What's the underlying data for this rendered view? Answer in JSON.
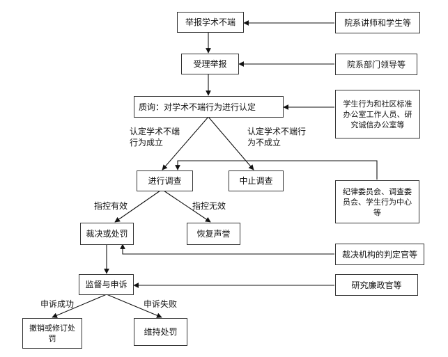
{
  "flow": {
    "report": "举报学术不端",
    "accept": "受理举报",
    "question": "质询：对学术不端行为进行认定",
    "investigate": "进行调查",
    "terminate": "中止调查",
    "ruling": "裁决或处罚",
    "restore": "恢复声誉",
    "supervise": "监督与申诉",
    "revoke": "撤销或修订处罚",
    "maintain": "维持处罚"
  },
  "actors": {
    "report": "院系讲师和学生等",
    "accept": "院系部门领导等",
    "question": "学生行为和社区标准办公室工作人员、研究诚信办公室等",
    "investigate": "纪律委员会、调查委员会、学生行为中心等",
    "ruling": "裁决机构的判定官等",
    "supervise": "研究廉政官等"
  },
  "edges": {
    "confirmed": "认定学术不端行为成立",
    "not_confirmed": "认定学术不端行为不成立",
    "valid": "指控有效",
    "invalid": "指控无效",
    "appeal_ok": "申诉成功",
    "appeal_fail": "申诉失败"
  }
}
